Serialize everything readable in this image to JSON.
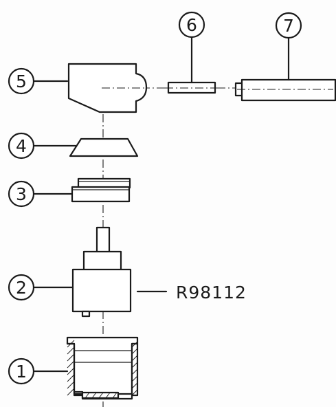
{
  "diagram": {
    "callouts": [
      {
        "id": "1",
        "label": "1"
      },
      {
        "id": "2",
        "label": "2"
      },
      {
        "id": "3",
        "label": "3"
      },
      {
        "id": "4",
        "label": "4"
      },
      {
        "id": "5",
        "label": "5"
      },
      {
        "id": "6",
        "label": "6"
      },
      {
        "id": "7",
        "label": "7"
      }
    ],
    "part_number": "R98112"
  }
}
